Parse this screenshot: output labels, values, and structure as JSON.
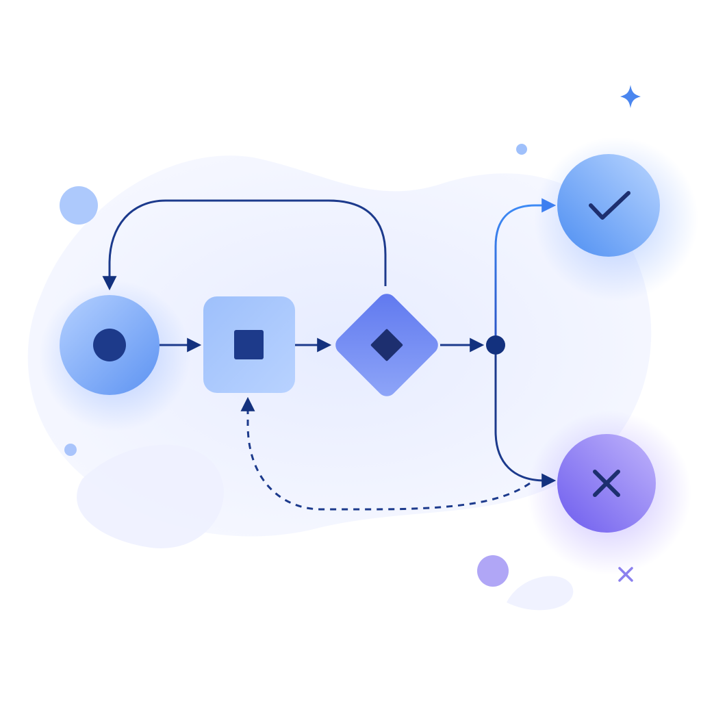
{
  "colors": {
    "background": "#ffffff",
    "blob": "#e8ecff",
    "line_dark": "#1c3a8c",
    "line_bright": "#3d7ff0",
    "marker_dark": "#13317e",
    "start_node": "#6fa2f5",
    "process_node": "#8cb6f7",
    "decision_node": "#6f86f3",
    "success_node": "#5b98f4",
    "failure_node": "#8a7df0",
    "icon_dark": "#1d2f6f",
    "accent_violet": "#8b80ee"
  },
  "nodes": [
    {
      "id": "start",
      "shape": "circle",
      "icon": "record-dot-icon"
    },
    {
      "id": "process",
      "shape": "rounded-square",
      "icon": "stop-square-icon"
    },
    {
      "id": "decision",
      "shape": "diamond",
      "icon": "small-diamond-icon"
    },
    {
      "id": "junction",
      "shape": "dot"
    },
    {
      "id": "success",
      "shape": "circle",
      "icon": "checkmark-icon"
    },
    {
      "id": "failure",
      "shape": "circle",
      "icon": "x-mark-icon"
    }
  ],
  "edges": [
    {
      "from": "start",
      "to": "process",
      "style": "solid"
    },
    {
      "from": "process",
      "to": "decision",
      "style": "solid"
    },
    {
      "from": "decision",
      "to": "junction",
      "style": "solid"
    },
    {
      "from": "junction",
      "to": "success",
      "style": "solid"
    },
    {
      "from": "junction",
      "to": "failure",
      "style": "solid"
    },
    {
      "from": "decision",
      "to": "start",
      "style": "solid",
      "kind": "loop-back"
    },
    {
      "from": "failure",
      "to": "process",
      "style": "dashed",
      "kind": "retry"
    }
  ],
  "decorations": [
    "sparkle-icon",
    "bubble",
    "bubble",
    "bubble",
    "bubble",
    "small-x-icon"
  ]
}
